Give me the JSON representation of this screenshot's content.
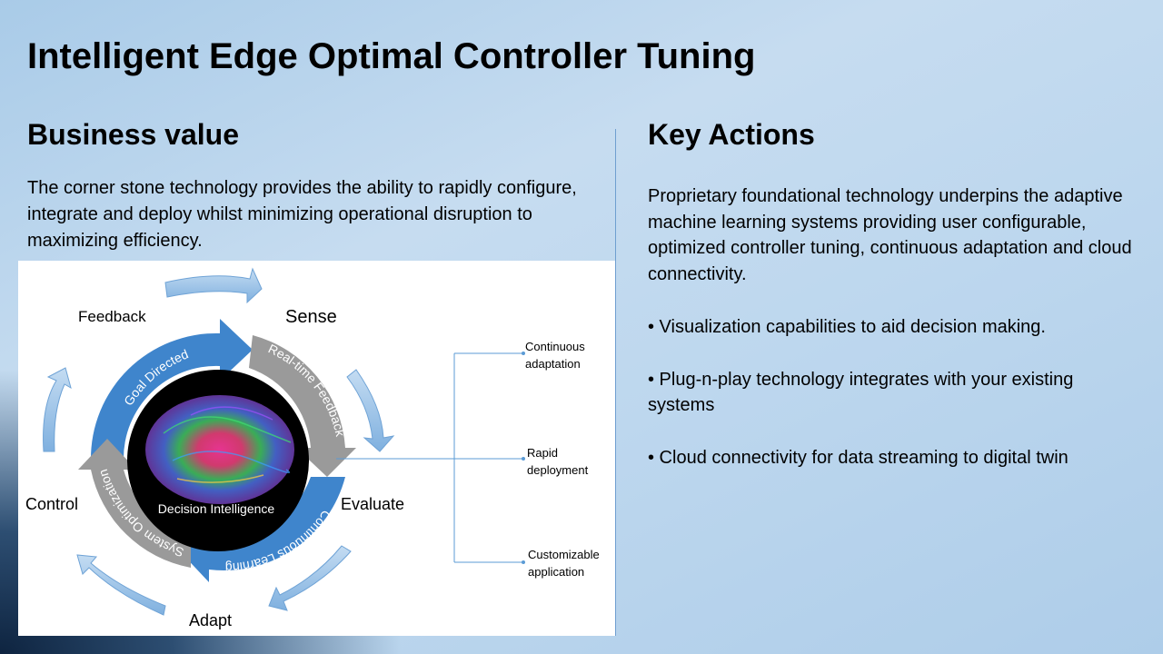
{
  "title": "Intelligent Edge Optimal Controller Tuning",
  "business_value": {
    "heading": "Business value",
    "text": "The corner stone technology provides the ability to rapidly configure, integrate and deploy whilst minimizing operational disruption to maximizing efficiency."
  },
  "key_actions": {
    "heading": "Key Actions",
    "text": "Proprietary foundational technology underpins the adaptive machine learning systems providing user configurable, optimized controller tuning, continuous adaptation and cloud connectivity.",
    "bullets": [
      "• Visualization capabilities to aid decision making.",
      "• Plug-n-play technology integrates with your existing systems",
      "• Cloud connectivity for data streaming to digital twin"
    ]
  },
  "diagram": {
    "outer_labels": {
      "feedback": "Feedback",
      "sense": "Sense",
      "evaluate": "Evaluate",
      "adapt": "Adapt",
      "control": "Control"
    },
    "ring_labels": {
      "goal_directed": "Goal Directed",
      "realtime_feedback": "Real-time Feedback",
      "continuous_learning": "Continuous Learning",
      "system_optimization": "System Optimization"
    },
    "center_label": "Decision Intelligence",
    "callouts": {
      "continuous_adaptation": [
        "Continuous",
        "adaptation"
      ],
      "rapid_deployment": [
        "Rapid",
        "deployment"
      ],
      "customizable_application": [
        "Customizable",
        "application"
      ]
    },
    "colors": {
      "blue": "#3f85cc",
      "gray": "#9a9a9a",
      "light_arrow": "#9cc3e6",
      "line": "#5b9bd5"
    }
  }
}
